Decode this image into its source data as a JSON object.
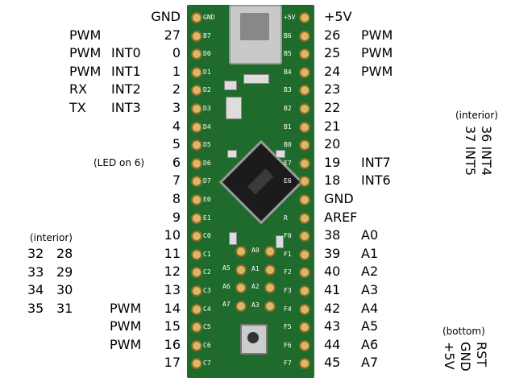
{
  "left_labels": [
    {
      "num": "GND"
    },
    {
      "num": "27",
      "a": "PWM"
    },
    {
      "num": "0",
      "a": "PWM",
      "b": "INT0"
    },
    {
      "num": "1",
      "a": "PWM",
      "b": "INT1"
    },
    {
      "num": "2",
      "a": "RX",
      "b": "INT2"
    },
    {
      "num": "3",
      "a": "TX",
      "b": "INT3"
    },
    {
      "num": "4"
    },
    {
      "num": "5"
    },
    {
      "num": "6",
      "note": "(LED on 6)"
    },
    {
      "num": "7"
    },
    {
      "num": "8"
    },
    {
      "num": "9"
    },
    {
      "num": "10"
    },
    {
      "num": "11"
    },
    {
      "num": "12"
    },
    {
      "num": "13"
    },
    {
      "num": "14",
      "a": "PWM"
    },
    {
      "num": "15",
      "a": "PWM"
    },
    {
      "num": "16",
      "a": "PWM"
    },
    {
      "num": "17"
    }
  ],
  "right_labels": [
    {
      "num": "+5V"
    },
    {
      "num": "26",
      "a": "PWM"
    },
    {
      "num": "25",
      "a": "PWM"
    },
    {
      "num": "24",
      "a": "PWM"
    },
    {
      "num": "23"
    },
    {
      "num": "22"
    },
    {
      "num": "21"
    },
    {
      "num": "20"
    },
    {
      "num": "19",
      "a": "INT7"
    },
    {
      "num": "18",
      "a": "INT6"
    },
    {
      "num": "GND"
    },
    {
      "num": "AREF"
    },
    {
      "num": "38",
      "a": "A0"
    },
    {
      "num": "39",
      "a": "A1"
    },
    {
      "num": "40",
      "a": "A2"
    },
    {
      "num": "41",
      "a": "A3"
    },
    {
      "num": "42",
      "a": "A4"
    },
    {
      "num": "43",
      "a": "A5"
    },
    {
      "num": "44",
      "a": "A6"
    },
    {
      "num": "45",
      "a": "A7"
    }
  ],
  "interior_left": {
    "heading": "(interior)",
    "rows": [
      [
        "32",
        "28"
      ],
      [
        "33",
        "29"
      ],
      [
        "34",
        "30"
      ],
      [
        "35",
        "31"
      ]
    ]
  },
  "interior_right": {
    "heading": "(interior)",
    "col1": "36  INT4",
    "col2": "37  INT5"
  },
  "bottom_right": {
    "heading": "(bottom)",
    "col1": "RST",
    "col2": "GND",
    "col3": "+5V"
  },
  "board": {
    "left_silk": [
      "GND",
      "B7",
      "D0",
      "D1",
      "D2",
      "D3",
      "D4",
      "D5",
      "D6",
      "D7",
      "E0",
      "E1",
      "C0",
      "C1",
      "C2",
      "C3",
      "C4",
      "C5",
      "C6",
      "C7"
    ],
    "right_silk": [
      "+5V",
      "B6",
      "B5",
      "B4",
      "B3",
      "B2",
      "B1",
      "B0",
      "E7",
      "E6",
      "",
      "R",
      "F0",
      "F1",
      "F2",
      "F3",
      "F4",
      "F5",
      "F6",
      "F7"
    ],
    "inner_left_silk": [
      "A5",
      "A6",
      "A7"
    ],
    "inner_right_silk": [
      "A0",
      "A1",
      "A2",
      "A3"
    ],
    "colors": {
      "pcb": "#1f6b2c",
      "pad": "#d9b86a"
    }
  }
}
